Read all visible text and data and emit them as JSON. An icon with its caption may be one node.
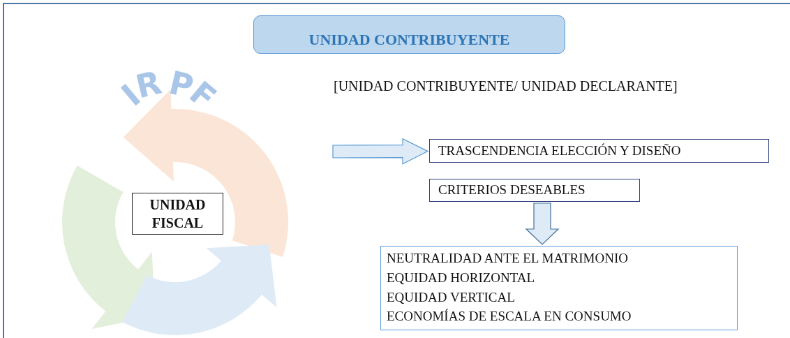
{
  "diagram": {
    "nodes": [
      {
        "text": [
          "UNIDAD CONTRIBUYENTE"
        ]
      },
      {
        "text": [
          "UNIDAD FISCAL"
        ]
      },
      {
        "text": [
          "TRASCENDENCIA ELECCIÓN Y DISEÑO"
        ]
      },
      {
        "text": [
          "CRITERIOS DESEABLES"
        ]
      },
      {
        "text": [
          "NEUTRALIDAD ANTE EL MATRIMONIO",
          "EQUIDAD HORIZONTAL",
          "EQUIDAD VERTICAL",
          "ECONOMÍAS DE ESCALA EN CONSUMO"
        ]
      }
    ],
    "edges": [
      {
        "from": null,
        "to": 2,
        "arrow": "to"
      },
      {
        "from": 3,
        "to": 4,
        "arrow": "to"
      }
    ],
    "labels": [
      "IRPF",
      "[UNIDAD CONTRIBUYENTE/ UNIDAD DECLARANTE]"
    ]
  }
}
